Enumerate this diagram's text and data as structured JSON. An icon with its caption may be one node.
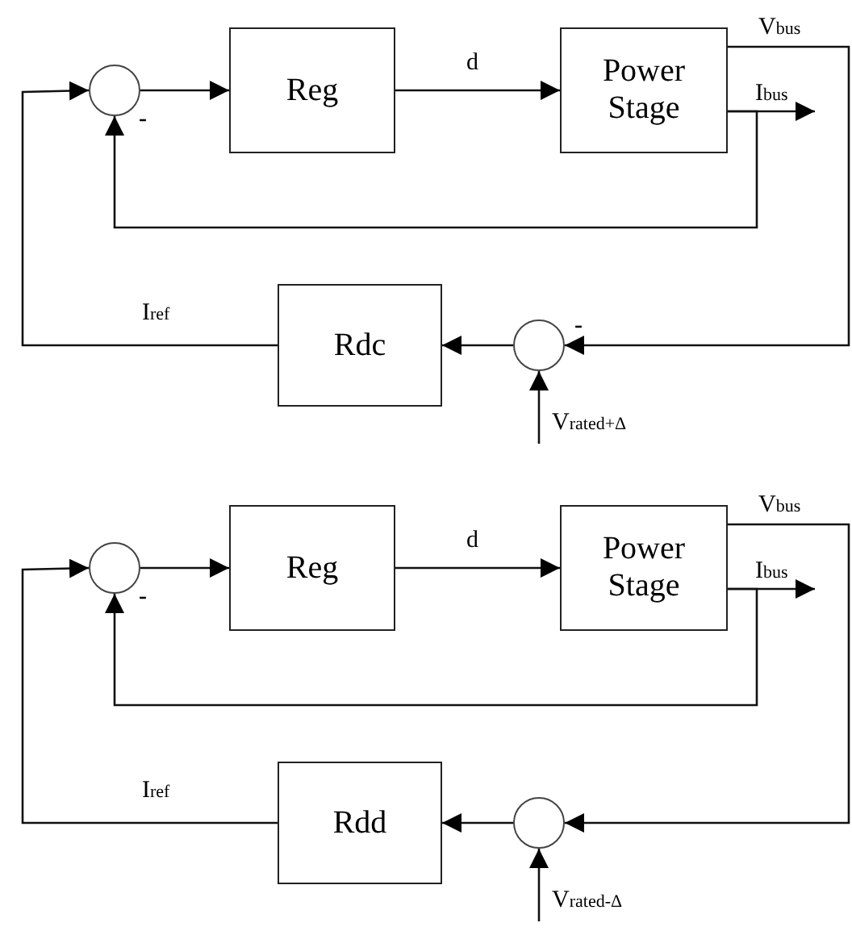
{
  "diagram": {
    "nodes": [
      {
        "text": [],
        "shape": "circle"
      },
      {
        "text": [
          "Reg"
        ]
      },
      {
        "text": [
          "Power Stage"
        ]
      },
      {
        "text": [
          "Rdc"
        ]
      },
      {
        "text": [],
        "shape": "circle"
      },
      {
        "text": [],
        "shape": "circle"
      },
      {
        "text": [
          "Reg"
        ]
      },
      {
        "text": [
          "Power Stage"
        ]
      },
      {
        "text": [
          "Rdd"
        ]
      },
      {
        "text": [],
        "shape": "circle"
      }
    ],
    "edges": [
      {
        "from": 0,
        "to": 1,
        "arrow": "to"
      },
      {
        "from": 1,
        "to": 2,
        "arrow": "to",
        "label": "d"
      },
      {
        "from": 2,
        "to": null,
        "arrow": "to",
        "label": "I$_{bus}$"
      },
      {
        "from": 2,
        "to": 0,
        "arrow": "to"
      },
      {
        "from": 2,
        "to": 4,
        "arrow": "to",
        "label": "V$_{bus}$"
      },
      {
        "from": 4,
        "to": 3,
        "arrow": "to"
      },
      {
        "from": 3,
        "to": 0,
        "arrow": "to",
        "label": "I$_{ref}$"
      },
      {
        "from": null,
        "to": 4,
        "arrow": "to",
        "label": "V$_{rated+Δ}$"
      },
      {
        "from": 5,
        "to": 6,
        "arrow": "to"
      },
      {
        "from": 6,
        "to": 7,
        "arrow": "to",
        "label": "d"
      },
      {
        "from": 7,
        "to": null,
        "arrow": "to",
        "label": "I$_{bus}$"
      },
      {
        "from": 7,
        "to": 5,
        "arrow": "to"
      },
      {
        "from": 7,
        "to": 9,
        "arrow": "to",
        "label": "V$_{bus}$"
      },
      {
        "from": 9,
        "to": 8,
        "arrow": "to"
      },
      {
        "from": 8,
        "to": 5,
        "arrow": "to",
        "label": "I$_{ref}$"
      },
      {
        "from": null,
        "to": 9,
        "arrow": "to",
        "label": "V$_{rated-Δ}$"
      }
    ],
    "labels": [
      "-",
      "-",
      "-"
    ]
  }
}
